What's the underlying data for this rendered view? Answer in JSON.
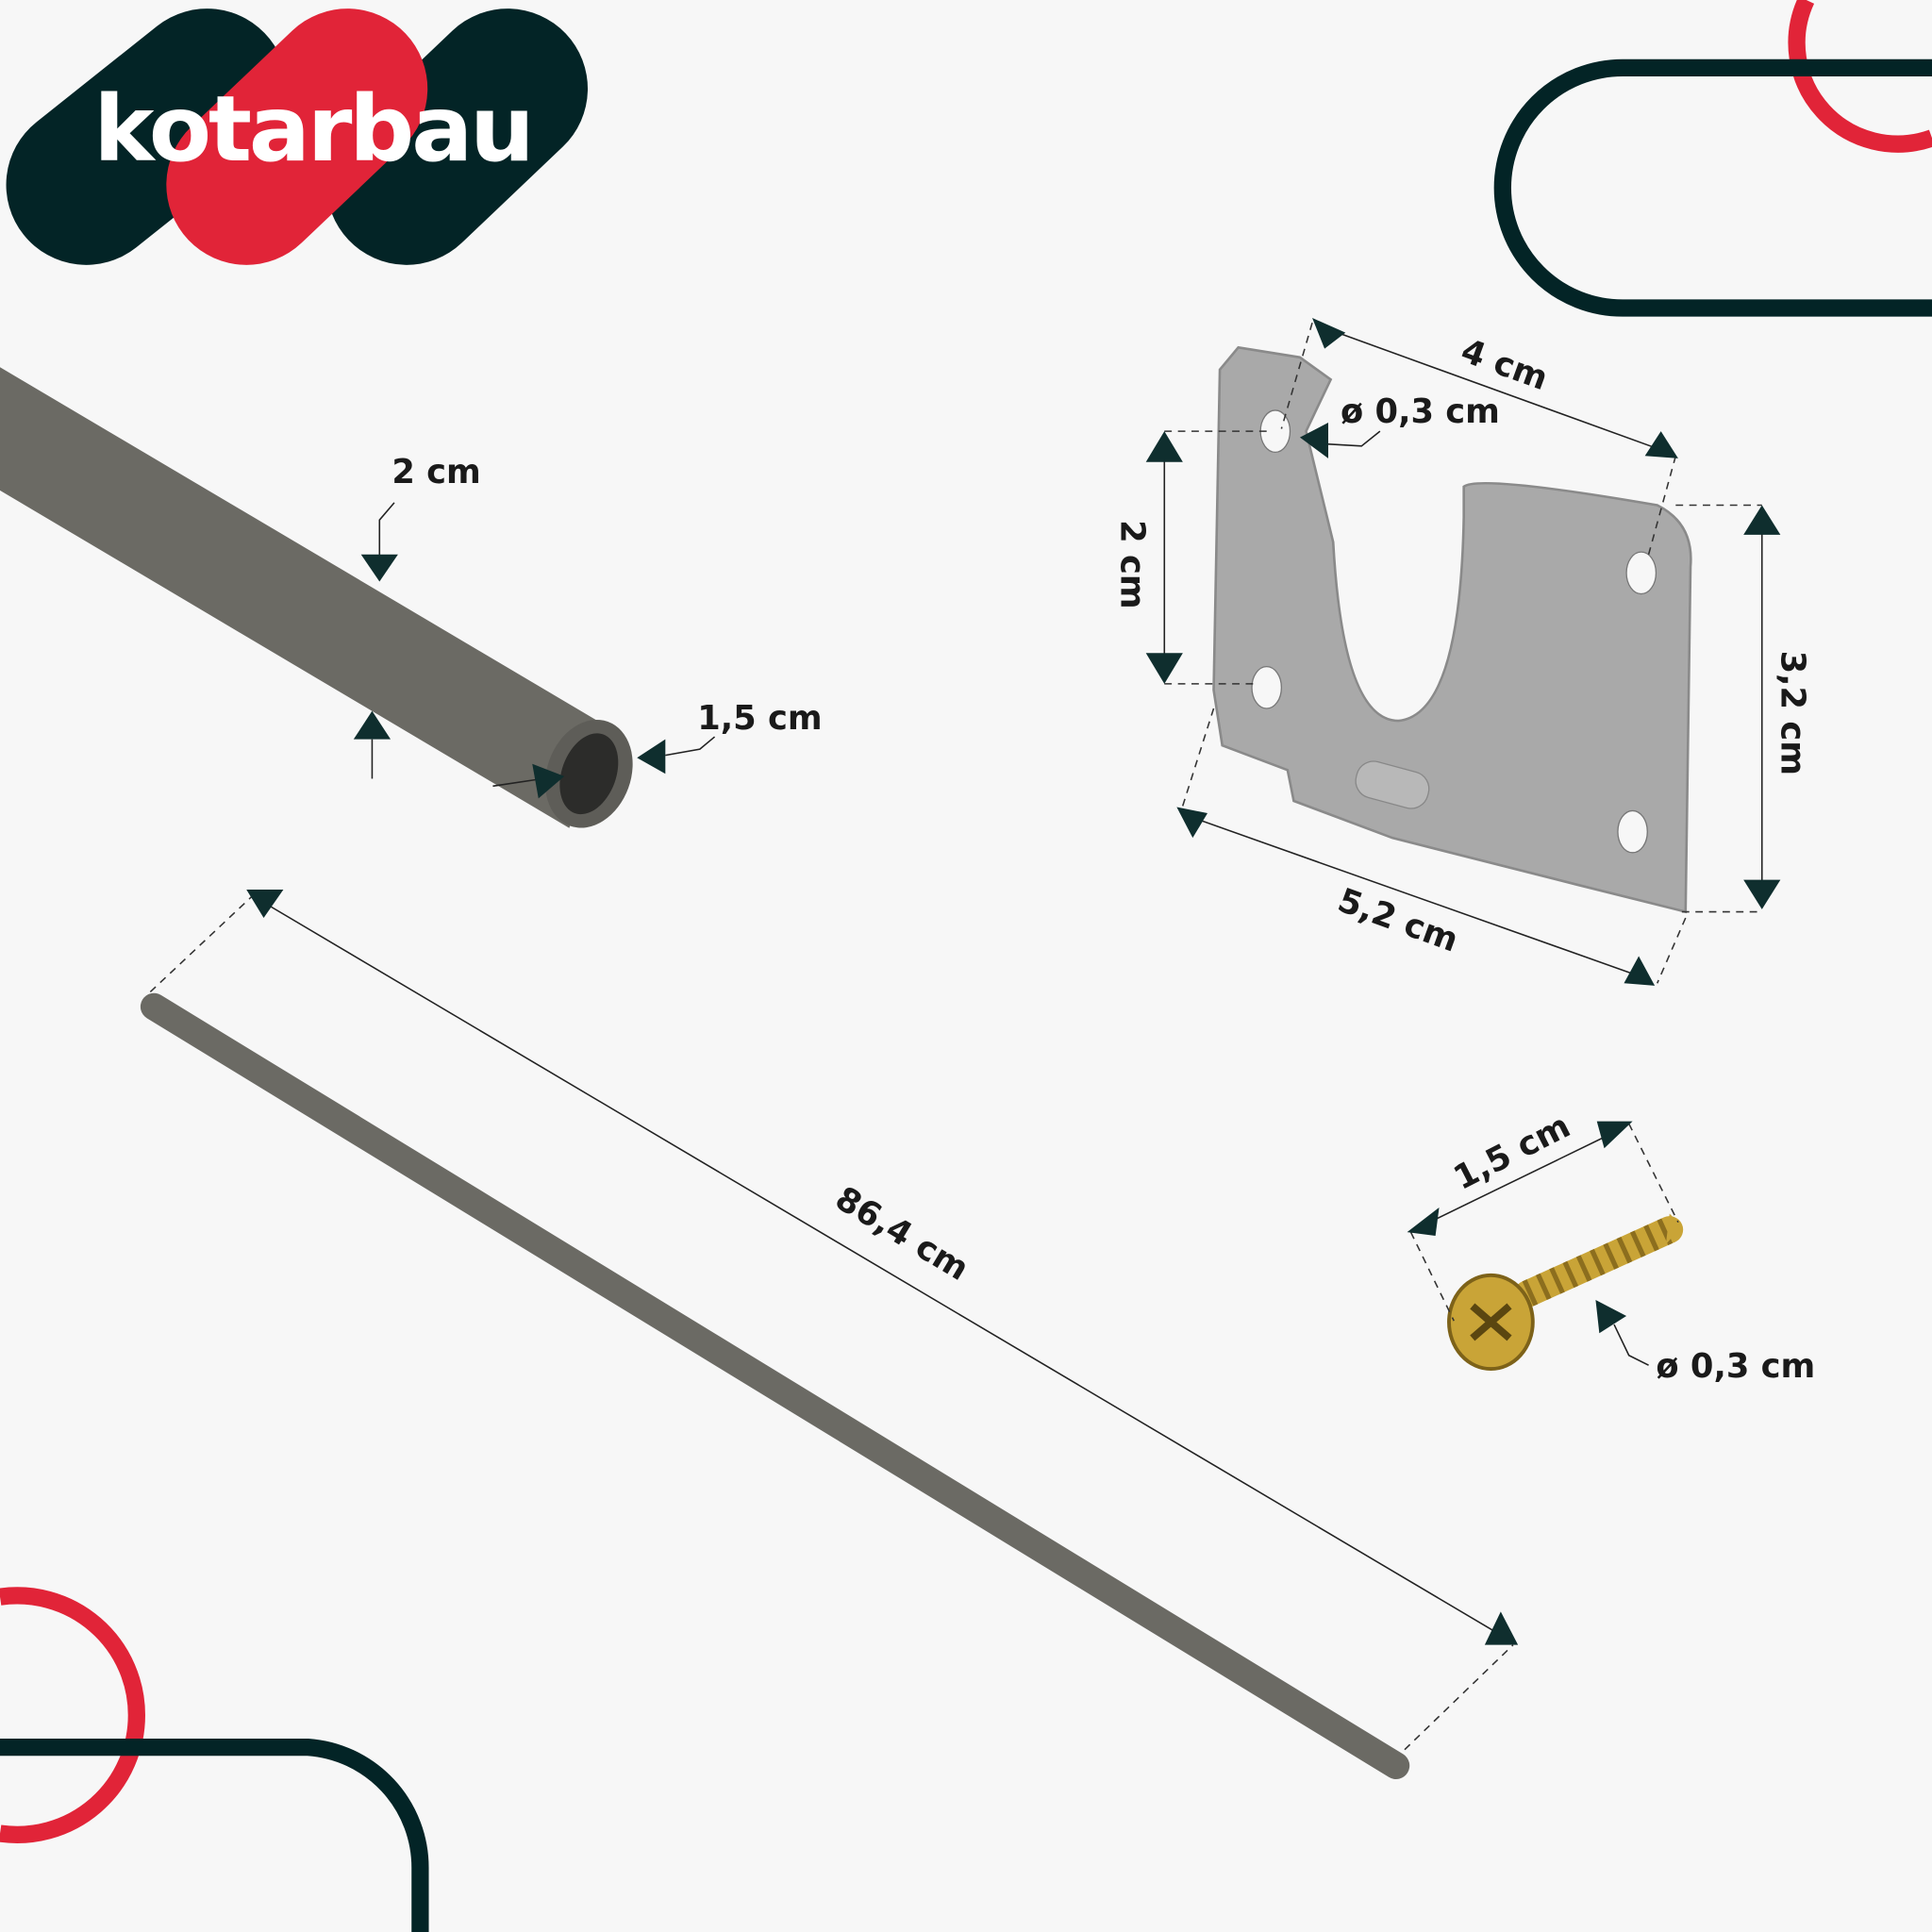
{
  "brand": {
    "name": "kotarbau",
    "colors": {
      "dark": "#032426",
      "red": "#e12438",
      "background": "#f7f7f7"
    }
  },
  "tube_detail": {
    "height_label": "2 cm",
    "width_label": "1,5 cm"
  },
  "rod": {
    "length_label": "86,4 cm"
  },
  "bracket": {
    "width_top_label": "4 cm",
    "hole_label": "ø 0,3 cm",
    "left_height_label": "2 cm",
    "right_height_label": "3,2 cm",
    "width_bottom_label": "5,2 cm"
  },
  "screw": {
    "length_label": "1,5 cm",
    "diameter_label": "ø 0,3 cm"
  }
}
